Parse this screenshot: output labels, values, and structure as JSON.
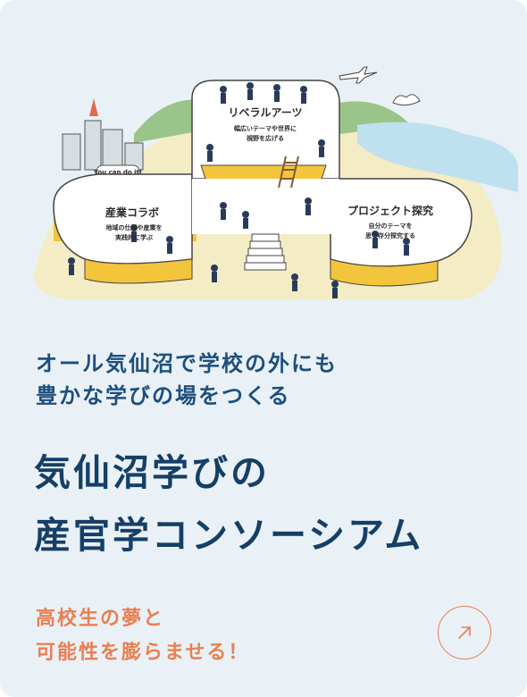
{
  "illustration": {
    "zones": [
      {
        "title": "リベラルアーツ",
        "caption_line1": "幅広いテーマや世界に",
        "caption_line2": "視野を広げる"
      },
      {
        "title": "産業コラボ",
        "caption_line1": "地域の仕事や産業を",
        "caption_line2": "実践的に学ぶ"
      },
      {
        "title": "プロジェクト探究",
        "caption_line1": "自分のテーマを",
        "caption_line2": "思う存分探究する"
      }
    ],
    "sign_text": "You can do it!"
  },
  "lead": {
    "line1": "オール気仙沼で学校の外にも",
    "line2": "豊かな学びの場をつくる"
  },
  "title": {
    "line1": "気仙沼学びの",
    "line2": "産官学コンソーシアム"
  },
  "subtitle": {
    "line1": "高校生の夢と",
    "line2": "可能性を膨らませる！"
  },
  "link_button": {
    "icon": "arrow-up-right-icon"
  },
  "colors": {
    "accent": "#ea7f52",
    "primary": "#153f66",
    "background": "#e9f1f6",
    "platform_yellow": "#f2c53d"
  }
}
